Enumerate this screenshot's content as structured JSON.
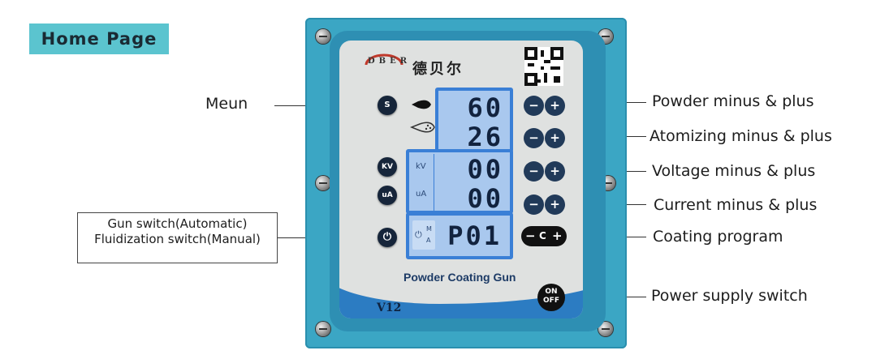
{
  "title": "Home Page",
  "callouts": {
    "menu": "Meun",
    "gun_switch_line1": "Gun switch(Automatic)",
    "gun_switch_line2": "Fluidization switch(Manual)",
    "powder": "Powder minus & plus",
    "atomizing": "Atomizing minus & plus",
    "voltage": "Voltage minus & plus",
    "current": "Current minus & plus",
    "coating": "Coating program",
    "power": "Power supply switch"
  },
  "device": {
    "brand": "DBER",
    "brand_cn": "德贝尔",
    "caption": "Powder Coating Gun",
    "model": "V12",
    "lcd": {
      "powder_value": "60",
      "atomizing_value": "26",
      "kv_label": "kV",
      "kv_value": "00",
      "ua_label": "uA",
      "ua_value": "00",
      "mode_m": "M",
      "mode_a": "A",
      "program_value": "P01"
    },
    "buttons": {
      "menu": "S",
      "kv": "KV",
      "ua": "uA",
      "minus": "−",
      "plus": "+",
      "c": "C",
      "on": "ON",
      "off": "OFF"
    }
  },
  "colors": {
    "title_bg": "#5bc4cf",
    "device_body": "#3ba6c4",
    "lcd_bg": "#a9c8ee",
    "lcd_border": "#3a7fd6",
    "face_bottom": "#2c7cc2"
  }
}
